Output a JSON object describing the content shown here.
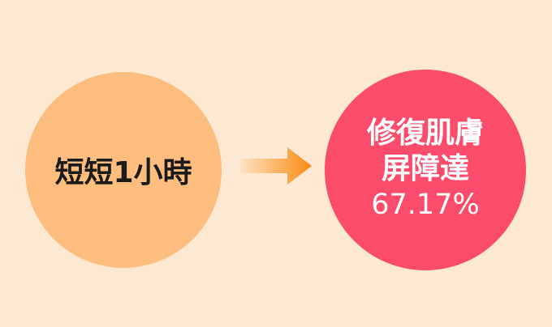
{
  "colors": {
    "background": "#fde8d4",
    "left_circle": "#fdbd7e",
    "right_circle": "#fb4d6b",
    "arrow_start": "#fde2c4",
    "arrow_end": "#f98b12"
  },
  "left": {
    "label": "短短1小時"
  },
  "arrow": {
    "icon": "right-arrow-icon"
  },
  "right": {
    "line1": "修復肌膚",
    "line2": "屏障達",
    "line3": "67.17%"
  }
}
